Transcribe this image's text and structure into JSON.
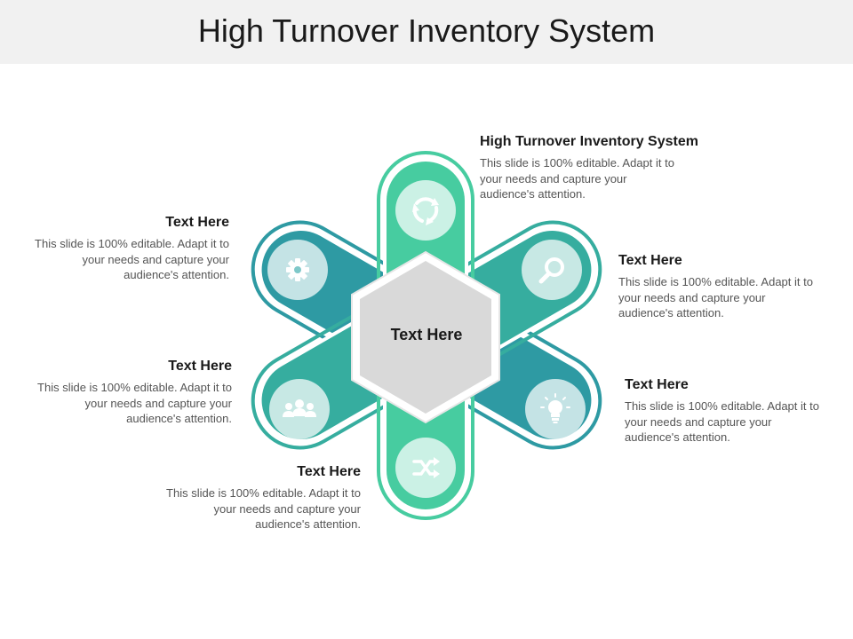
{
  "title": "High Turnover Inventory System",
  "center_label": "Text Here",
  "colors": {
    "green": "#47cca0",
    "teal": "#36ad9f",
    "blue_teal": "#2e9aa3",
    "icon_circle": "#d4f0ea",
    "hexagon_fill": "#d9d9d9",
    "title_bar": "#f1f1f1"
  },
  "petals": [
    {
      "name": "top",
      "icon": "recycle-icon"
    },
    {
      "name": "upper-right",
      "icon": "search-icon"
    },
    {
      "name": "lower-right",
      "icon": "lightbulb-icon"
    },
    {
      "name": "bottom",
      "icon": "shuffle-icon"
    },
    {
      "name": "lower-left",
      "icon": "users-icon"
    },
    {
      "name": "upper-left",
      "icon": "gear-icon"
    }
  ],
  "callouts": [
    {
      "heading": "High Turnover Inventory System",
      "body": "This slide is 100% editable. Adapt it to your needs and capture your audience's attention."
    },
    {
      "heading": "Text Here",
      "body": "This slide is 100% editable. Adapt it to your needs and capture your audience's attention."
    },
    {
      "heading": "Text Here",
      "body": "This slide is 100% editable. Adapt it to your needs and capture your audience's attention."
    },
    {
      "heading": "Text Here",
      "body": "This slide is 100% editable. Adapt it to your needs and capture your audience's attention."
    },
    {
      "heading": "Text Here",
      "body": "This slide is 100% editable. Adapt it to your needs and capture your audience's attention."
    },
    {
      "heading": "Text Here",
      "body": "This slide is 100% editable. Adapt it to your needs and capture your audience's attention."
    }
  ]
}
